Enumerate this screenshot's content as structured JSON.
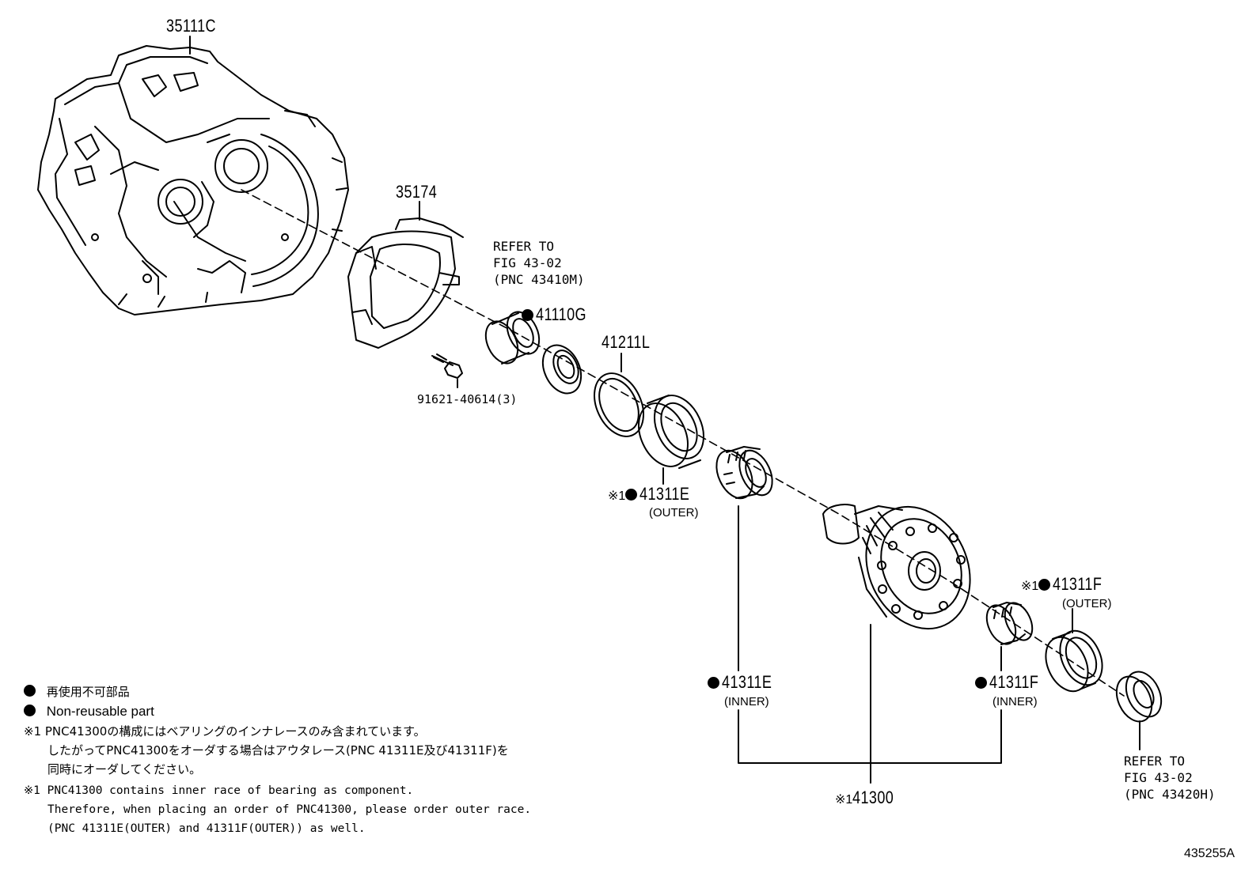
{
  "parts": {
    "p35111C": "35111C",
    "p35174": "35174",
    "refer_top": [
      "REFER TO",
      "FIG 43-02",
      "(PNC 43410M)"
    ],
    "p41110G": "41110G",
    "p41211L": "41211L",
    "bolt": "91621-40614(3)",
    "p41311E_outer": "41311E",
    "p41311E_outer_note": "※1",
    "p41311E_outer_sub": "(OUTER)",
    "p41311F_outer": "41311F",
    "p41311F_outer_note": "※1",
    "p41311F_outer_sub": "(OUTER)",
    "p41311E_inner": "41311E",
    "p41311E_inner_sub": "(INNER)",
    "p41311F_inner": "41311F",
    "p41311F_inner_sub": "(INNER)",
    "p41300": "41300",
    "p41300_note": "※1",
    "refer_bottom": [
      "REFER TO",
      "FIG 43-02",
      "(PNC 43420H)"
    ]
  },
  "legend": {
    "ja": "再使用不可部品",
    "en": "Non-reusable part"
  },
  "notes": {
    "ja": [
      "※1 PNC41300の構成にはベアリングのインナレースのみ含まれています。",
      "したがってPNC41300をオーダする場合はアウタレース(PNC 41311E及び41311F)を",
      "同時にオーダしてください。"
    ],
    "en": [
      "※1 PNC41300 contains inner race of bearing as component.",
      "Therefore, when placing an order of PNC41300, please order outer race.",
      "(PNC 41311E(OUTER) and 41311F(OUTER)) as well."
    ]
  },
  "figure_id": "435255A"
}
